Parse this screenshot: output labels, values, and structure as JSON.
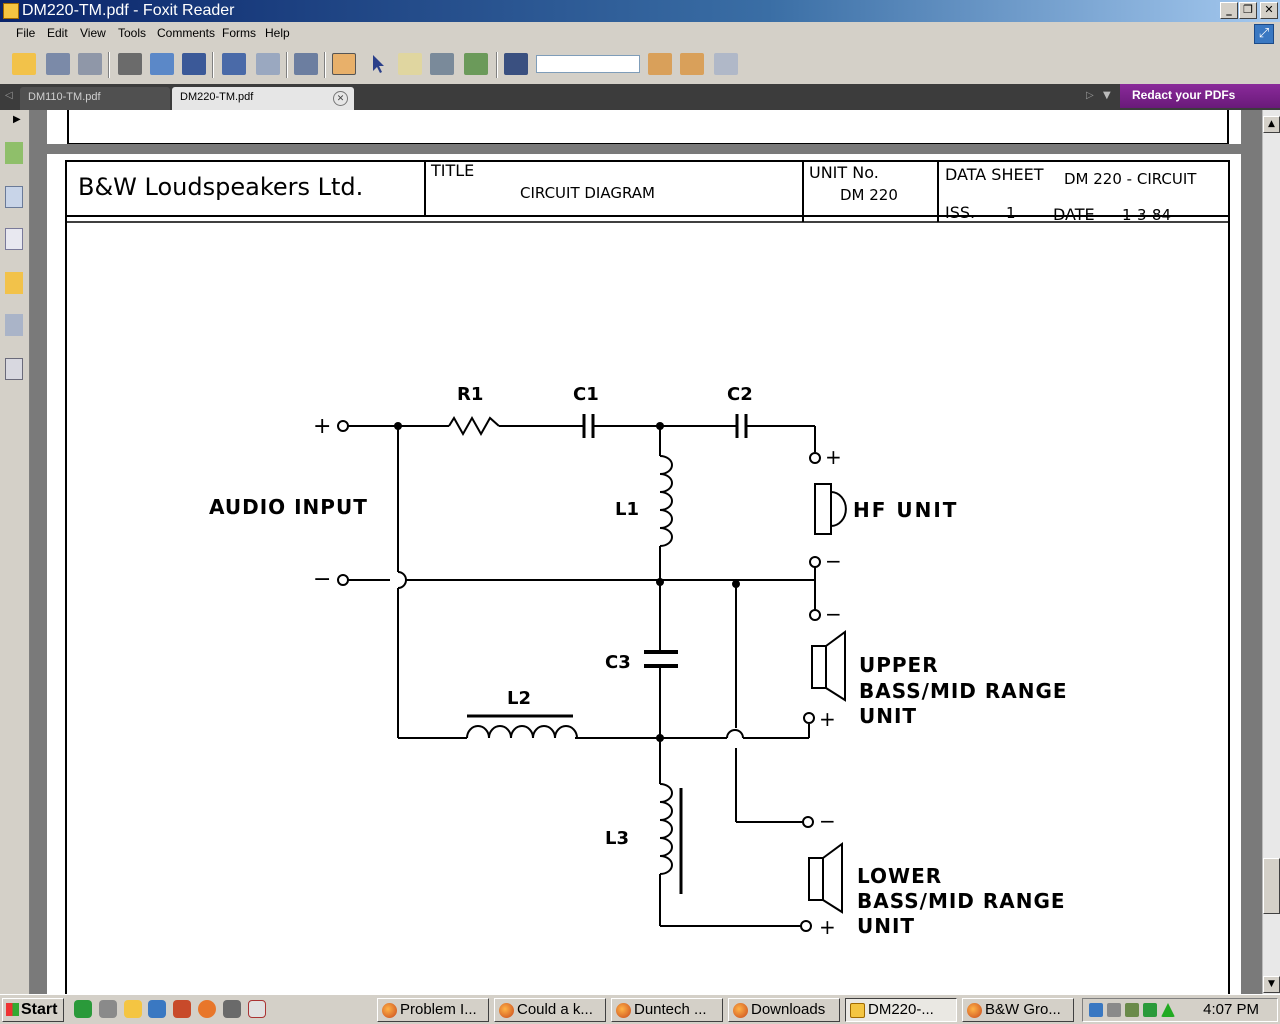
{
  "window": {
    "title": "DM220-TM.pdf - Foxit Reader"
  },
  "menu": {
    "file": "File",
    "edit": "Edit",
    "view": "View",
    "tools": "Tools",
    "comments": "Comments",
    "forms": "Forms",
    "help": "Help"
  },
  "tabs": [
    {
      "label": "DM110-TM.pdf"
    },
    {
      "label": "DM220-TM.pdf"
    }
  ],
  "promo": {
    "label": "Redact your PDFs"
  },
  "document": {
    "company": "B&W Loudspeakers Ltd.",
    "title_label": "TITLE",
    "title_value": "CIRCUIT DIAGRAM",
    "unit_label": "UNIT No.",
    "unit_value": "DM 220",
    "datasheet_label": "DATA SHEET",
    "datasheet_value": "DM 220 - CIRCUIT",
    "iss_label": "ISS.",
    "iss_value": "1",
    "date_label": "DATE",
    "date_value": "1-3-84",
    "audio_input": "AUDIO INPUT",
    "plus": "+",
    "minus": "−",
    "r1": "R1",
    "c1": "C1",
    "c2": "C2",
    "l1": "L1",
    "l2": "L2",
    "l3": "L3",
    "c3": "C3",
    "hf_unit": "HF UNIT",
    "upper_1": "UPPER",
    "upper_2": "BASS/MID RANGE",
    "upper_3": "UNIT",
    "lower_1": "LOWER",
    "lower_2": "BASS/MID RANGE",
    "lower_3": "UNIT"
  },
  "taskbar": {
    "start": "Start",
    "tasks": [
      {
        "label": "Problem I..."
      },
      {
        "label": "Could a k..."
      },
      {
        "label": "Duntech ..."
      },
      {
        "label": "Downloads"
      },
      {
        "label": "DM220-..."
      },
      {
        "label": "B&W Gro..."
      }
    ],
    "clock": "4:07 PM"
  }
}
